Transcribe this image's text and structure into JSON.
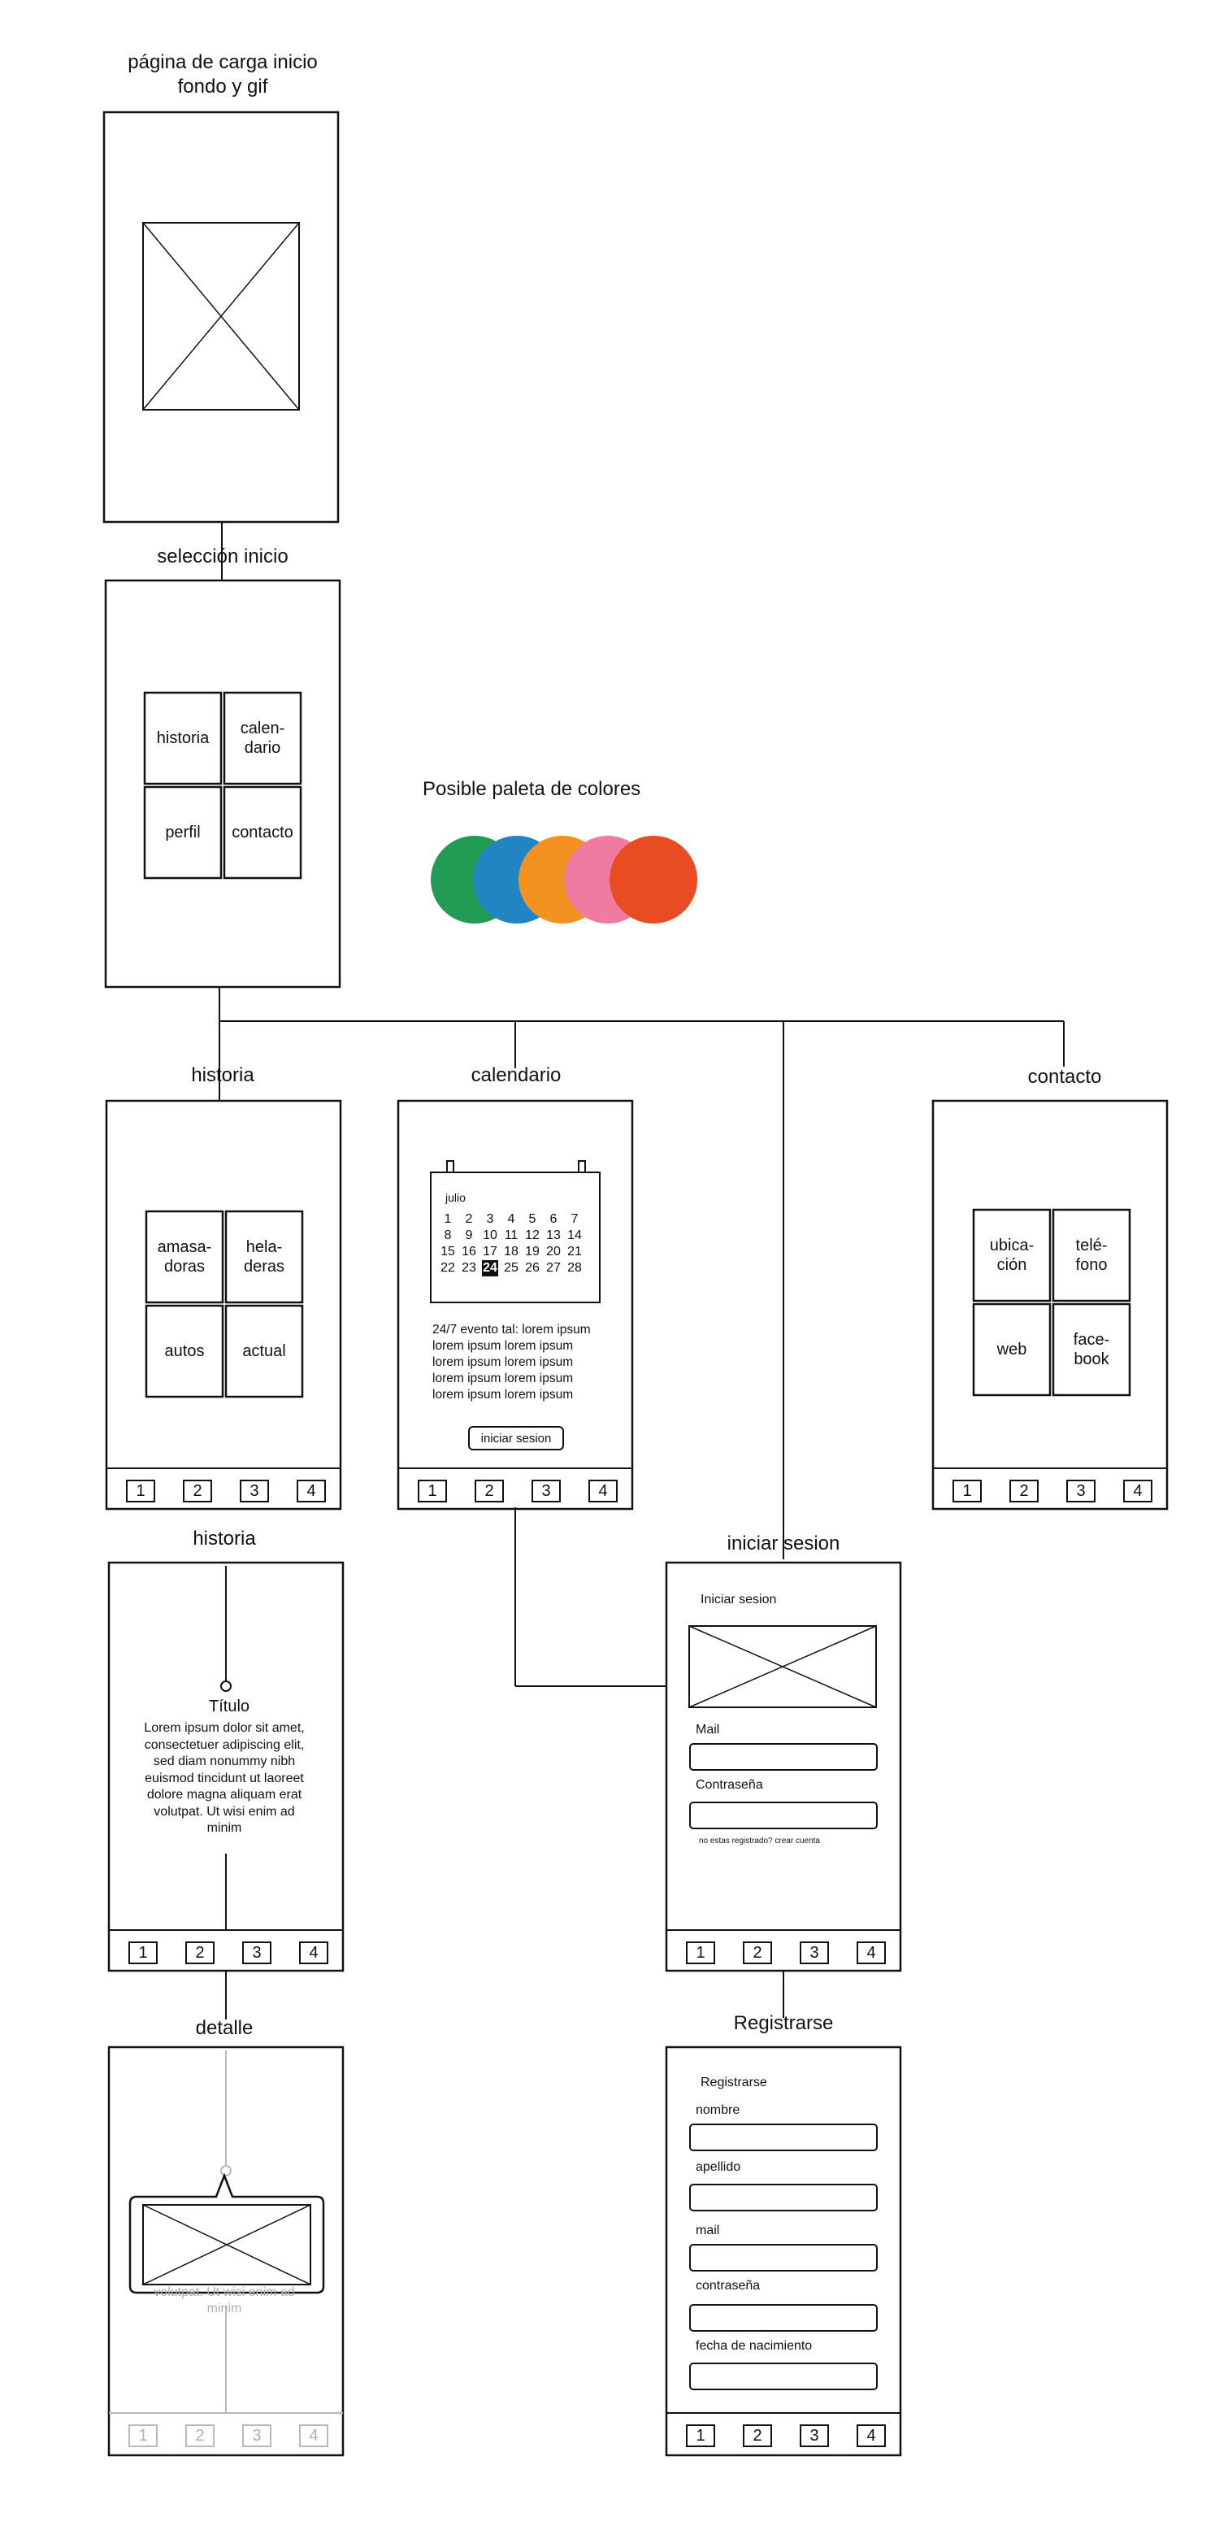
{
  "screens": {
    "loading": {
      "title": "página de carga inicio\nfondo y gif"
    },
    "selection": {
      "title": "selección inicio",
      "tiles": [
        "historia",
        "calen-\ndario",
        "perfil",
        "contacto"
      ]
    },
    "historia": {
      "title": "historia",
      "tiles": [
        "amasa-\ndoras",
        "hela-\nderas",
        "autos",
        "actual"
      ]
    },
    "calendario": {
      "title": "calendario",
      "month": "julio",
      "days": [
        "1",
        "2",
        "3",
        "4",
        "5",
        "6",
        "7",
        "8",
        "9",
        "10",
        "11",
        "12",
        "13",
        "14",
        "15",
        "16",
        "17",
        "18",
        "19",
        "20",
        "21",
        "22",
        "23",
        "24",
        "25",
        "26",
        "27",
        "28"
      ],
      "selected_day": "24",
      "event_text": "24/7 evento tal: lorem ipsum\nlorem ipsum lorem ipsum\nlorem ipsum lorem ipsum\nlorem ipsum lorem ipsum\nlorem ipsum lorem ipsum",
      "button": "iniciar sesion"
    },
    "contacto": {
      "title": "contacto",
      "tiles": [
        "ubica-\nción",
        "telé-\nfono",
        "web",
        "face-\nbook"
      ]
    },
    "historia_detail": {
      "title": "historia",
      "heading": "Título",
      "body": "Lorem ipsum dolor sit amet,\nconsectetuer adipiscing elit,\nsed diam nonummy nibh\neuismod tincidunt ut laoreet\ndolore magna aliquam erat\nvolutpat. Ut wisi enim ad\nminim"
    },
    "detalle": {
      "title": "detalle",
      "faded_text": "volutpat. Ut wisi enim ad\nminim"
    },
    "login": {
      "title": "iniciar sesion",
      "header": "Iniciar sesion",
      "mail_label": "Mail",
      "password_label": "Contraseña",
      "register_hint": "no estas registrado? crear cuenta"
    },
    "register": {
      "title": "Registrarse",
      "header": "Registrarse",
      "fields": [
        "nombre",
        "apellido",
        "mail",
        "contraseña",
        "fecha de nacimiento"
      ]
    }
  },
  "nav_items": [
    "1",
    "2",
    "3",
    "4"
  ],
  "palette": {
    "title": "Posible paleta de colores",
    "colors": [
      "#229b55",
      "#2285c3",
      "#f39220",
      "#ef7ba0",
      "#e94b23"
    ]
  }
}
